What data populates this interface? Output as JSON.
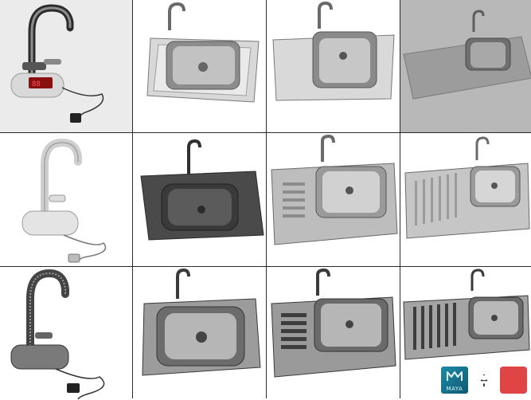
{
  "image": {
    "description_cells": 12,
    "rows": 3,
    "columns": 4
  },
  "logos": {
    "maya_label": "MAYA",
    "plus_sign": "+",
    "maya_icon": "maya-logo-icon",
    "renderer_icon": "red-a-logo-icon"
  },
  "colors": {
    "grid_line": "#2a2a2a",
    "maya_teal": "#1d8aa8",
    "renderer_red": "#e04545"
  }
}
